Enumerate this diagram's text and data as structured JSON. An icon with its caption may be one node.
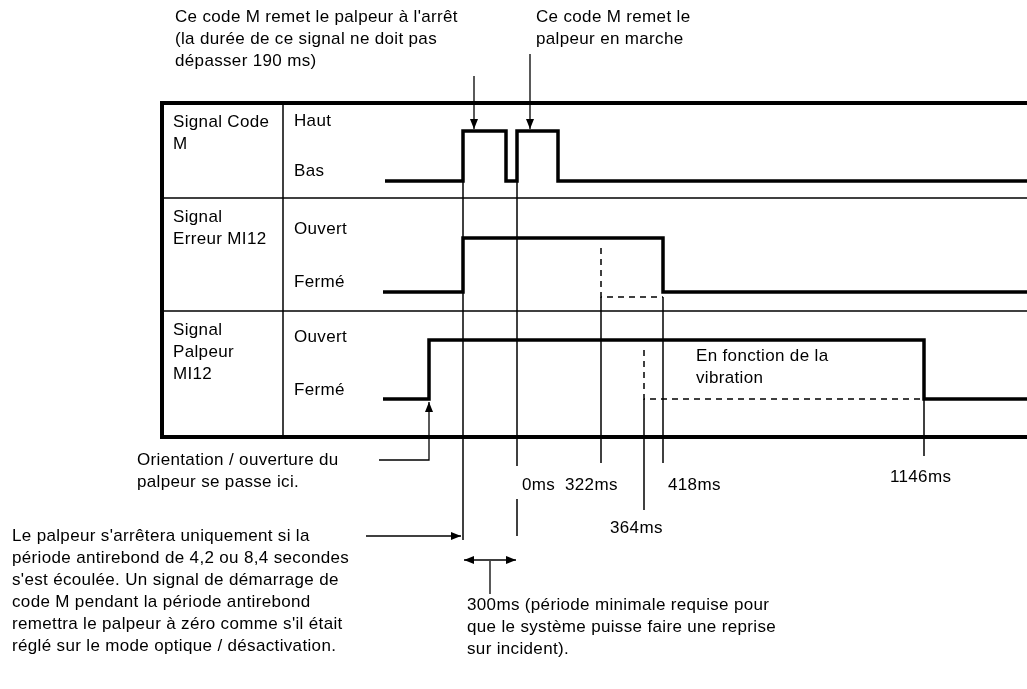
{
  "diagram": {
    "nodes": [
      {
        "text": [
          "Ce code M remet le palpeur à l'arrêt (la durée de ce signal ne doit pas dépasser 190 ms)"
        ]
      },
      {
        "text": [
          "Ce code M remet le palpeur en marche"
        ]
      },
      {
        "text": [
          "Signal Code M"
        ]
      },
      {
        "text": [
          "Signal Erreur MI12"
        ]
      },
      {
        "text": [
          "Signal Palpeur MI12"
        ]
      },
      {
        "text": [
          "Orientation / ouverture du palpeur se passe ici."
        ]
      },
      {
        "text": [
          "Le palpeur s'arrêtera uniquement si la période antirebond de 4,2 ou 8,4 secondes s'est écoulée. Un signal de démarrage de code M pendant la période antirebond remettra le palpeur à zéro comme s'il était réglé sur le mode optique / désactivation."
        ]
      },
      {
        "text": [
          "300ms (période minimale requise pour que le système puisse faire une reprise sur incident)."
        ]
      }
    ],
    "edges": [
      {
        "from": 0,
        "to": null,
        "arrow": "to"
      },
      {
        "from": 1,
        "to": null,
        "arrow": "to"
      },
      {
        "from": 5,
        "to": null,
        "arrow": "to"
      },
      {
        "from": 6,
        "to": null,
        "arrow": "to"
      },
      {
        "from": 7,
        "to": null,
        "arrow": "none"
      }
    ],
    "labels": [
      "Haut",
      "Bas",
      "Ouvert",
      "Fermé",
      "Ouvert",
      "Fermé",
      "En fonction de la vibration",
      "0ms",
      "322ms",
      "418ms",
      "1146ms",
      "364ms"
    ]
  }
}
